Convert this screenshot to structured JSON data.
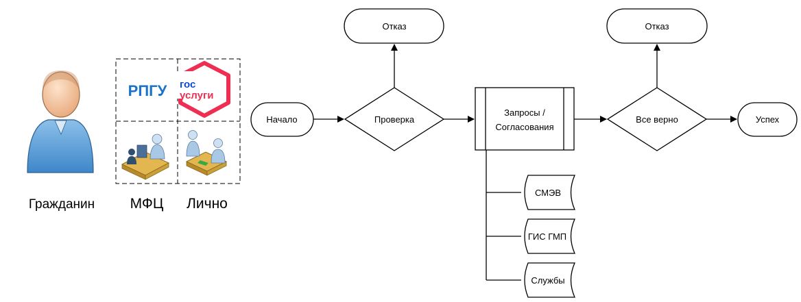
{
  "actor": {
    "label": "Гражданин"
  },
  "channels": {
    "rpgu_logo": "РПГУ",
    "gosuslugi_logo_line1": "гос",
    "gosuslugi_logo_line2": "услуги",
    "mfc_label": "МФЦ",
    "personal_label": "Лично"
  },
  "flow": {
    "start": "Начало",
    "check": "Проверка",
    "reject_top_1": "Отказ",
    "requests_line1": "Запросы /",
    "requests_line2": "Согласования",
    "all_correct": "Все верно",
    "reject_top_2": "Отказ",
    "success": "Успех"
  },
  "services": {
    "smev": "СМЭВ",
    "gis_gmp": "ГИС ГМП",
    "sluzhby": "Службы"
  },
  "colors": {
    "rpgu_blue": "#1a73c8",
    "gosuslugi_blue": "#0d4cd3",
    "gosuslugi_red": "#ee2f53",
    "person_body": "#5b9bd5",
    "person_head": "#f4c7a1"
  }
}
